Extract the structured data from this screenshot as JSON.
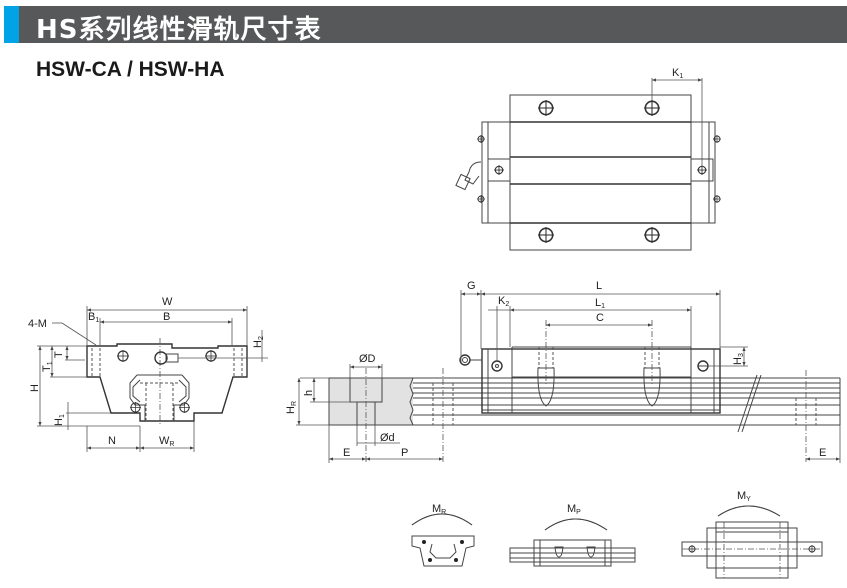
{
  "header": {
    "title": "HS系列线性滑轨尺寸表",
    "accent_color": "#00a3e6",
    "bar_color": "#57585a"
  },
  "subtitle": "HSW-CA / HSW-HA",
  "top_view": {
    "labels": {
      "k1": "K",
      "k1_sub": "1"
    }
  },
  "front_view": {
    "labels": {
      "w": "W",
      "b": "B",
      "b1": "B",
      "b1_sub": "1",
      "m": "4-M",
      "t": "T",
      "t1": "T",
      "t1_sub": "1",
      "h": "H",
      "h1": "H",
      "h1_sub": "1",
      "h2": "H",
      "h2_sub": "2",
      "n": "N",
      "wr": "W",
      "wr_sub": "R"
    }
  },
  "side_view": {
    "labels": {
      "g": "G",
      "l": "L",
      "l1": "L",
      "l1_sub": "1",
      "k2": "K",
      "k2_sub": "2",
      "c": "C",
      "h3": "H",
      "h3_sub": "3",
      "d_big": "ØD",
      "d_small": "Ød",
      "h_small": "h",
      "hr": "H",
      "hr_sub": "R",
      "e_left": "E",
      "p": "P",
      "e_right": "E"
    }
  },
  "moments": [
    {
      "label": "M",
      "sub": "R"
    },
    {
      "label": "M",
      "sub": "P"
    },
    {
      "label": "M",
      "sub": "Y"
    }
  ]
}
